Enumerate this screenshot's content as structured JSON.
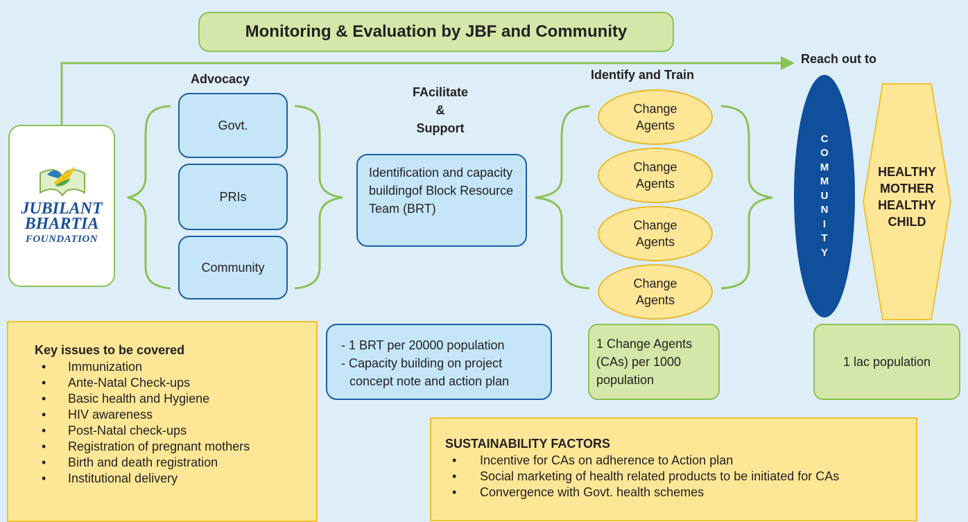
{
  "colors": {
    "background": "#ddeef9",
    "green_fill": "#d4e7a8",
    "green_stroke": "#8cc155",
    "blue_fill": "#c5e6f8",
    "blue_stroke": "#1b5ea4",
    "yellow_fill": "#fde797",
    "yellow_stroke": "#f2c12e",
    "community_fill": "#0f4f9c"
  },
  "header": {
    "title": "Monitoring & Evaluation by JBF and Community"
  },
  "reach_label": "Reach out to",
  "logo": {
    "line1": "JUBILANT",
    "line2": "BHARTIA",
    "line3": "FOUNDATION",
    "icon": "bird-book-logo-icon"
  },
  "advocacy": {
    "title": "Advocacy",
    "items": [
      "Govt.",
      "PRIs",
      "Community"
    ]
  },
  "facilitate": {
    "title_line1": "FAcilitate",
    "title_line2": "&",
    "title_line3": "Support",
    "box_text": "Identification and capacity buildingof Block Resource Team (BRT)"
  },
  "identify": {
    "title": "Identify and Train",
    "agents": [
      {
        "line1": "Change",
        "line2": "Agents"
      },
      {
        "line1": "Change",
        "line2": "Agents"
      },
      {
        "line1": "Change",
        "line2": "Agents"
      },
      {
        "line1": "Change",
        "line2": "Agents"
      }
    ]
  },
  "community_letters": [
    "C",
    "O",
    "M",
    "M",
    "U",
    "N",
    "I",
    "T",
    "Y"
  ],
  "healthy": {
    "line1": "HEALTHY",
    "line2": "MOTHER",
    "line3": "HEALTHY",
    "line4": "CHILD"
  },
  "brt_note": {
    "line1": "- 1 BRT per 20000 population",
    "line2": "- Capacity building on project",
    "line3": "concept note and action plan"
  },
  "ca_note": {
    "line1": "1 Change Agents",
    "line2": "(CAs) per 1000",
    "line3": "population"
  },
  "lac_note": "1 lac population",
  "key_issues": {
    "title": "Key issues to be covered",
    "items": [
      "Immunization",
      "Ante-Natal Check-ups",
      "Basic health and Hygiene",
      "HIV awareness",
      "Post-Natal check-ups",
      "Registration of pregnant mothers",
      "Birth and death registration",
      "Institutional delivery"
    ]
  },
  "sustainability": {
    "title": "SUSTAINABILITY FACTORS",
    "items": [
      "Incentive for CAs on adherence to Action plan",
      "Social marketing of health related products to be initiated for CAs",
      "Convergence with Govt. health schemes"
    ]
  }
}
